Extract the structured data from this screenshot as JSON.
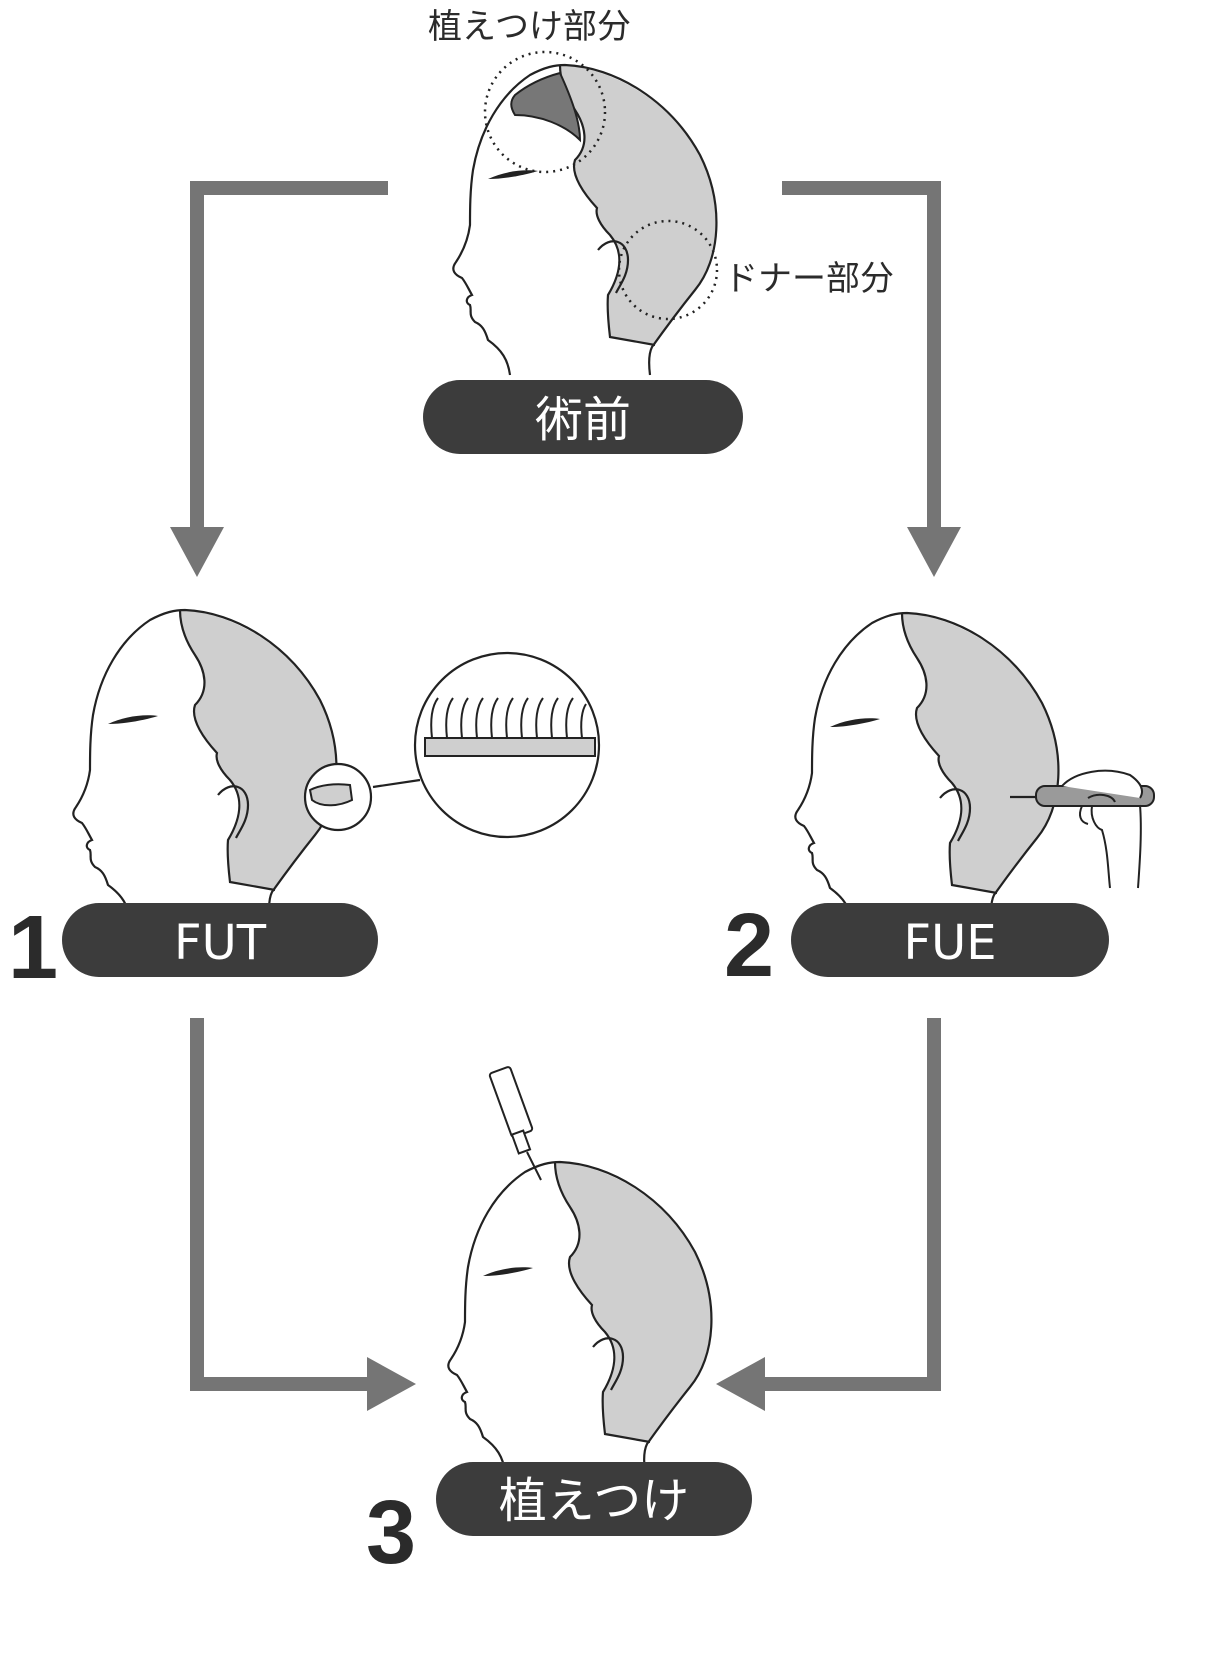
{
  "colors": {
    "arrow": "#757575",
    "pill": "#3c3c3c",
    "hair": "#cfcfcf",
    "implant_zone": "#777777",
    "outline": "#222222",
    "number": "#2b2b2b"
  },
  "labels": {
    "implant_area": "植えつけ部分",
    "donor_area": "ドナー部分"
  },
  "steps": {
    "preop": {
      "label": "術前"
    },
    "fut": {
      "number": "1",
      "label": "FUT"
    },
    "fue": {
      "number": "2",
      "label": "FUE"
    },
    "implant": {
      "number": "3",
      "label": "植えつけ"
    }
  }
}
